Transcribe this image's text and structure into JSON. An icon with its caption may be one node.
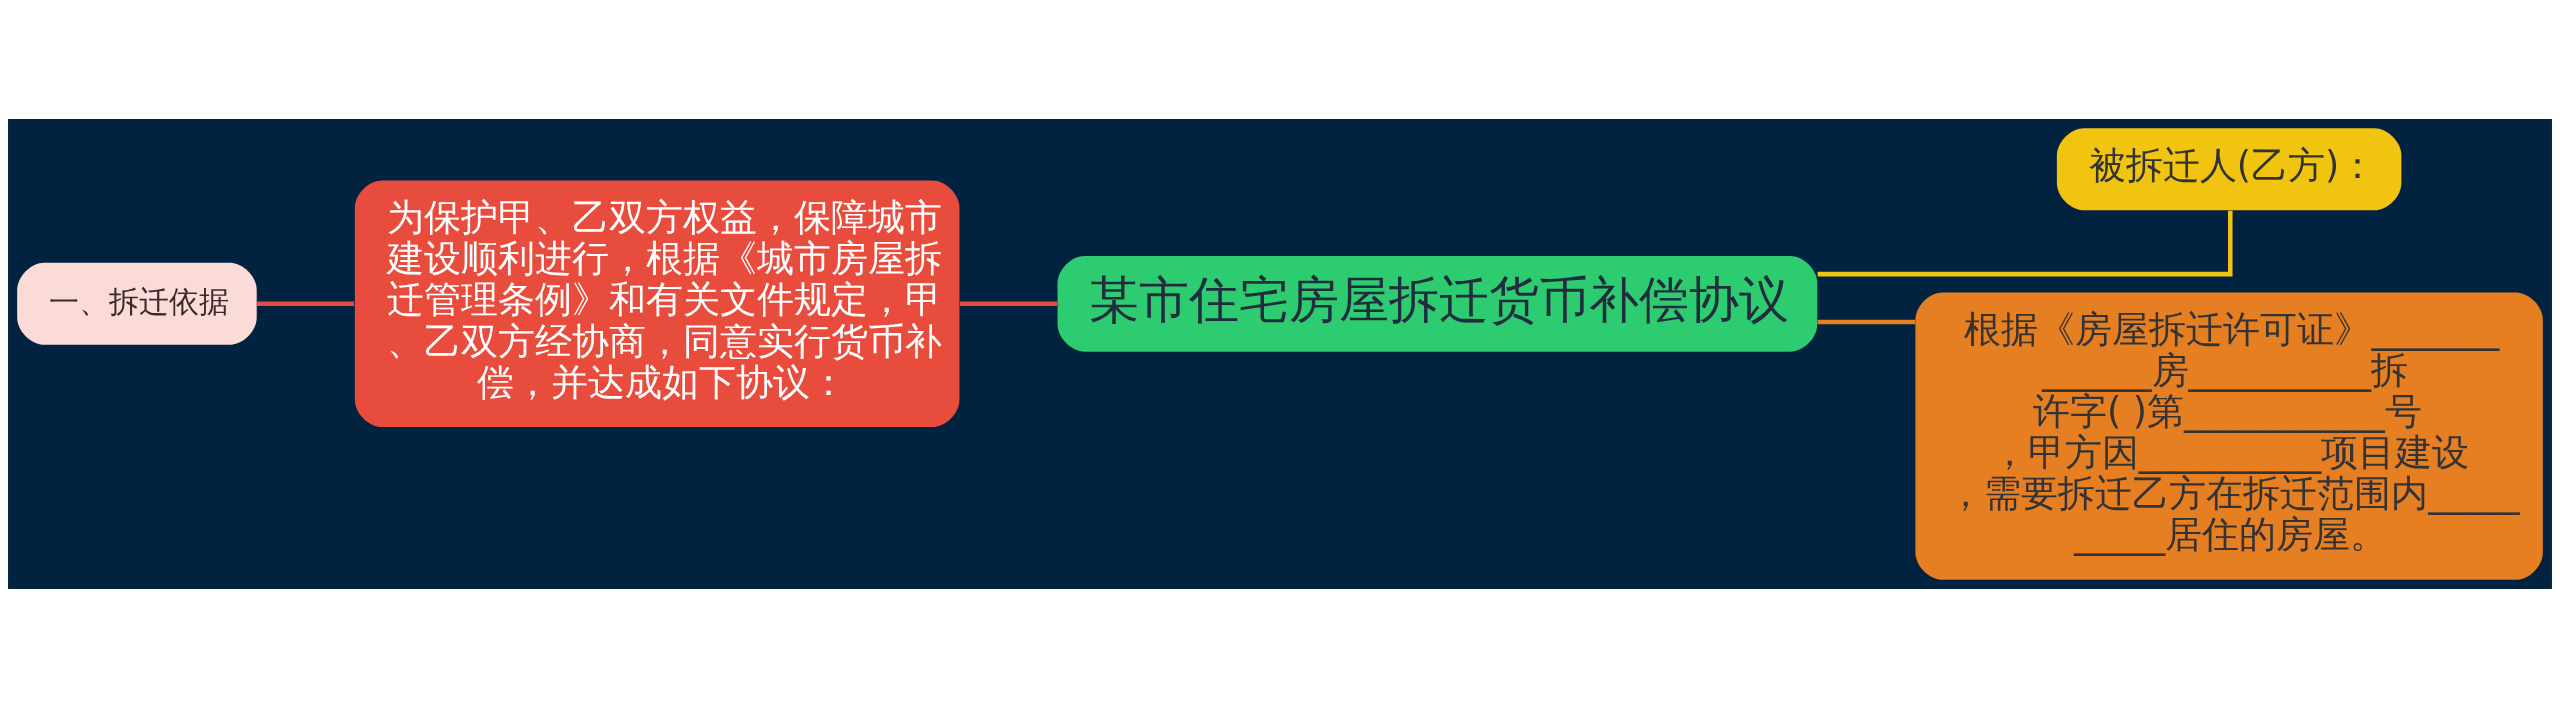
{
  "diagram": {
    "nodes": [
      {
        "text": [
          "某市住宅房屋拆迁货币补偿协议"
        ]
      },
      {
        "text": [
          "为保护甲、乙双方权益，保障城市建设顺利进行，根据《城市房屋拆迁管理条例》和有关文件规定，甲、乙双方经协商，同意实行货币补偿，并达成如下协议："
        ]
      },
      {
        "text": [
          "一、拆迁依据"
        ]
      },
      {
        "text": [
          "被拆迁人(乙方)："
        ]
      },
      {
        "text": [
          "根据《房屋拆迁许可证》_____________房__________拆许字( )第___________号，甲方因__________项目建设，需要拆迁乙方在拆迁范围内__________居住的房屋。"
        ]
      }
    ],
    "edges": [
      {
        "from": 0,
        "to": 1,
        "arrow": "none",
        "color": "#e74c3c"
      },
      {
        "from": 1,
        "to": 2,
        "arrow": "none",
        "color": "#e74c3c"
      },
      {
        "from": 0,
        "to": 3,
        "arrow": "none",
        "color": "#f1c40f"
      },
      {
        "from": 0,
        "to": 4,
        "arrow": "none",
        "color": "#e67e22"
      }
    ]
  }
}
